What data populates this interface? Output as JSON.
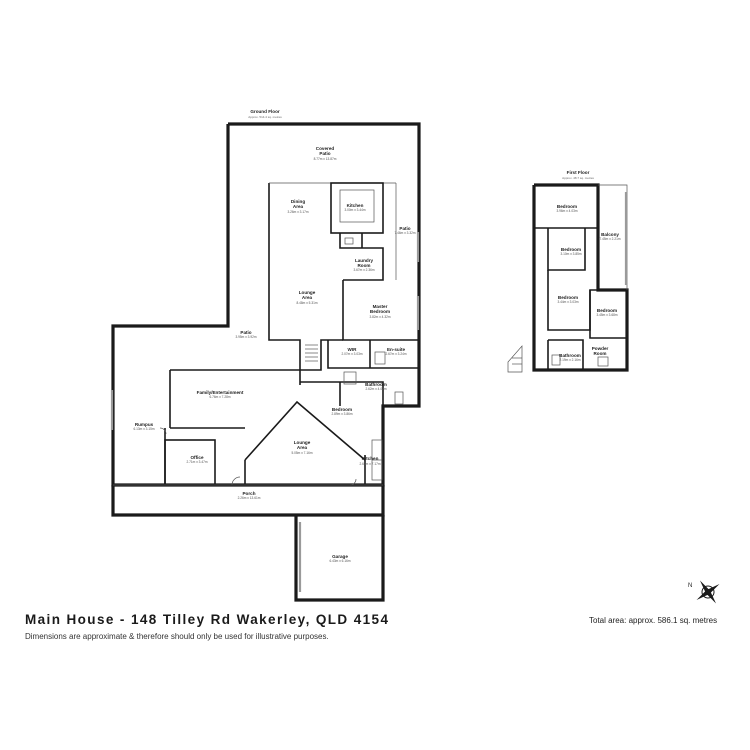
{
  "title": "Main House - 148 Tilley Rd Wakerley, QLD 4154",
  "disclaimer": "Dimensions are approximate & therefore should only be used for illustrative purposes.",
  "total_area": "Total area: approx. 586.1 sq. metres",
  "floors": {
    "ground": {
      "label": "Ground Floor",
      "area": "Approx. 514.4 sq. metres"
    },
    "first": {
      "label": "First Floor",
      "area": "Approx. 48.7 sq. metres"
    }
  },
  "rooms": {
    "covered_patio": {
      "name": "Covered Patio",
      "dim": "8.77m x 13.87m"
    },
    "dining": {
      "name": "Dining Area",
      "dim": "3.26m x 3.17m"
    },
    "kitchen_main": {
      "name": "Kitchen",
      "dim": "3.00m x 3.44m"
    },
    "patio_right": {
      "name": "Patio",
      "dim": "7.46m x 3.32m"
    },
    "laundry": {
      "name": "Laundry Room",
      "dim": "3.67m x 2.36m"
    },
    "lounge_main": {
      "name": "Lounge Area",
      "dim": "8.48m x 5.31m"
    },
    "master": {
      "name": "Master Bedroom",
      "dim": "3.82m x 4.32m"
    },
    "patio_left": {
      "name": "Patio",
      "dim": "3.95m x 3.92m"
    },
    "wir": {
      "name": "WIR",
      "dim": "2.07m x 3.03m"
    },
    "ensuite": {
      "name": "En-suite",
      "dim": "2.67m x 3.24m"
    },
    "family": {
      "name": "Family/Entertainment",
      "dim": "6.76m x 7.28m"
    },
    "bathroom_g": {
      "name": "Bathroom",
      "dim": "2.62m x 4.07m"
    },
    "bedroom_g": {
      "name": "Bedroom",
      "dim": "2.89m x 3.86m"
    },
    "rumpus": {
      "name": "Rumpus",
      "dim": "6.13m x 3.15m"
    },
    "lounge_2": {
      "name": "Lounge Area",
      "dim": "5.05m x 7.16m"
    },
    "office": {
      "name": "Office",
      "dim": "2.71m x 3.47m"
    },
    "kitchen_2": {
      "name": "Kitchen",
      "dim": "2.65m x 7.17m"
    },
    "porch": {
      "name": "Porch",
      "dim": "2.26m x 13.61m"
    },
    "garage": {
      "name": "Garage",
      "dim": "6.43m x 6.16m"
    },
    "bedroom_f1": {
      "name": "Bedroom",
      "dim": "3.96m x 4.03m"
    },
    "balcony": {
      "name": "Balcony",
      "dim": "7.45m x 2.21m"
    },
    "bedroom_f2": {
      "name": "Bedroom",
      "dim": "3.10m x 3.85m"
    },
    "bedroom_f3": {
      "name": "Bedroom",
      "dim": "3.44m x 3.03m"
    },
    "bedroom_f4": {
      "name": "Bedroom",
      "dim": "3.45m x 3.68m"
    },
    "bathroom_f": {
      "name": "Bathroom",
      "dim": "2.19m x 2.16m"
    },
    "powder": {
      "name": "Powder Room",
      "dim": ""
    }
  },
  "compass": {
    "icon": "north-arrow-icon",
    "letter": "N"
  }
}
